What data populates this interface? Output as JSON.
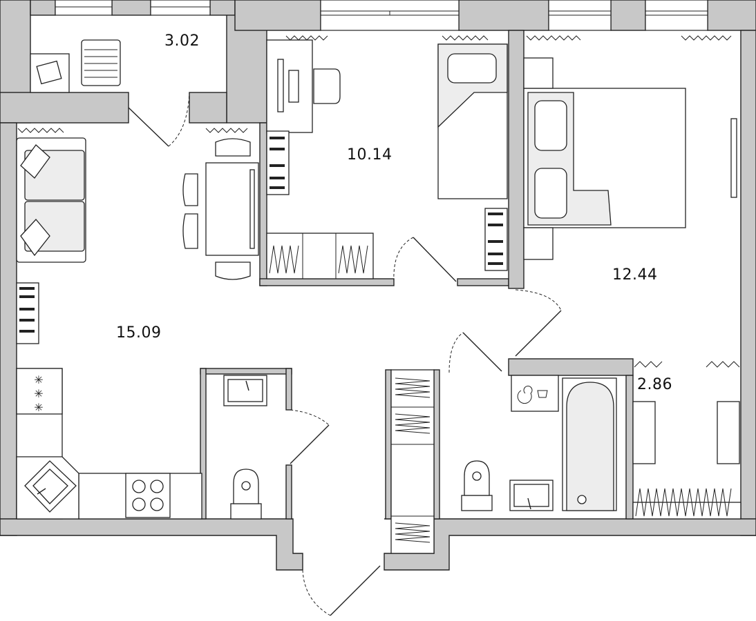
{
  "rooms": {
    "balcony": {
      "area": "3.02"
    },
    "bedroom_small": {
      "area": "10.14"
    },
    "bedroom_large": {
      "area": "12.44"
    },
    "living_kitchen": {
      "area": "15.09"
    },
    "hall": {
      "area": "2.86"
    }
  },
  "colors": {
    "wall_fill": "#c8c8c8",
    "furniture_fill": "#ededed",
    "line": "#222222",
    "background": "#ffffff"
  },
  "icons": [
    "sofa-icon",
    "dining-table-icon",
    "bed-icon",
    "desk-icon",
    "bathtub-icon",
    "toilet-icon",
    "sink-icon",
    "stove-icon",
    "washing-machine-icon",
    "wardrobe-icon",
    "tv-icon",
    "balcony-chair-icon"
  ]
}
